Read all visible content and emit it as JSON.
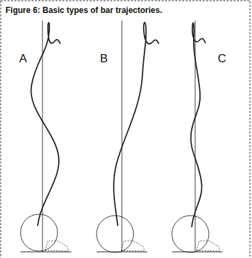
{
  "diagram": {
    "title": "Figure 6: Basic types of bar trajectories.",
    "labels": [
      "A",
      "B",
      "C"
    ]
  }
}
